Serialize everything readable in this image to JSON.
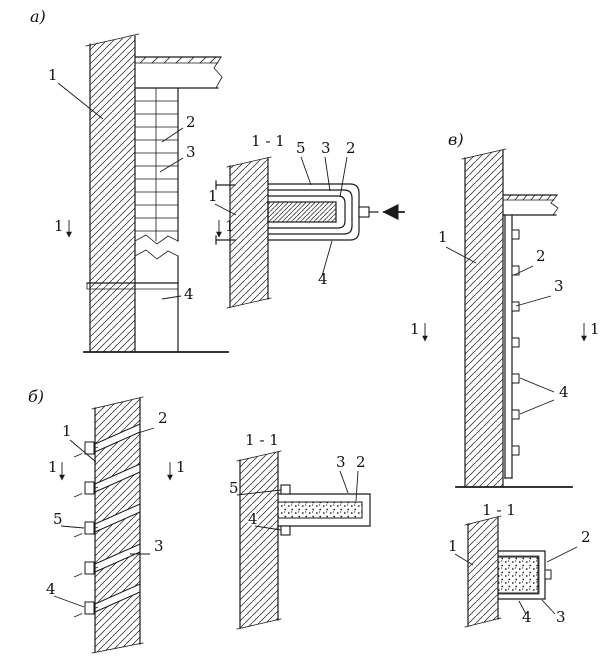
{
  "figures": {
    "a": {
      "label": "а)",
      "callout_1": "1",
      "callout_2": "2",
      "callout_3": "3",
      "callout_4": "4",
      "cut_left": "1",
      "cut_right": "1",
      "section": {
        "title": "1 - 1",
        "callout_1": "1",
        "callout_2": "2",
        "callout_3": "3",
        "callout_4": "4",
        "callout_5": "5"
      }
    },
    "b": {
      "label": "б)",
      "callout_1": "1",
      "callout_2": "2",
      "callout_3": "3",
      "callout_4": "4",
      "callout_5": "5",
      "cut_left": "1",
      "cut_right": "1",
      "section": {
        "title": "1 - 1",
        "callout_2": "2",
        "callout_3": "3",
        "callout_4": "4",
        "callout_5": "5"
      }
    },
    "v": {
      "label": "в)",
      "callout_1": "1",
      "callout_2": "2",
      "callout_3": "3",
      "callout_4": "4",
      "cut_left": "1",
      "cut_right": "1",
      "section": {
        "title": "1 - 1",
        "callout_1": "1",
        "callout_2": "2",
        "callout_3": "3",
        "callout_4": "4"
      }
    }
  },
  "colors": {
    "ink": "#1a1a1a",
    "paper": "#ffffff"
  }
}
